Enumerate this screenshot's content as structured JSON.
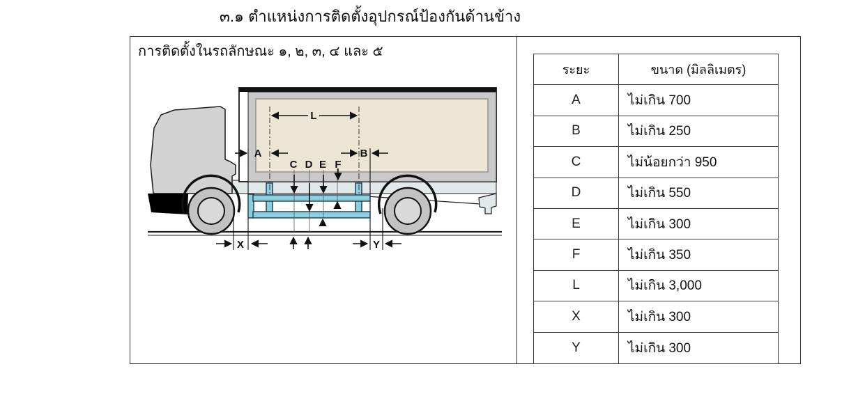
{
  "page": {
    "title": "๓.๑ ตำแหน่งการติดตั้งอุปกรณ์ป้องกันด้านข้าง"
  },
  "panel": {
    "caption": "การติดตั้งในรถลักษณะ ๑, ๒, ๓, ๔ และ ๕"
  },
  "diagram": {
    "labels": {
      "L": "L",
      "A": "A",
      "B": "B",
      "C": "C",
      "D": "D",
      "E": "E",
      "F": "F",
      "X": "X",
      "Y": "Y"
    },
    "colors": {
      "guard_rail_fill": "#8ccfe1",
      "guard_rail_stroke": "#223844",
      "cargo_body": "#c9c9c9",
      "cargo_panel": "#ece5d3",
      "cab": "#d3d3d3",
      "chassis": "#e3e8eb",
      "tire": "#c3c3c3",
      "hub": "#d9d9d9"
    }
  },
  "table": {
    "headers": [
      "ระยะ",
      "ขนาด (มิลลิเมตร)"
    ],
    "rows": [
      {
        "key": "A",
        "value": "ไม่เกิน 700"
      },
      {
        "key": "B",
        "value": "ไม่เกิน 250"
      },
      {
        "key": "C",
        "value": "ไม่น้อยกว่า 950"
      },
      {
        "key": "D",
        "value": "ไม่เกิน 550"
      },
      {
        "key": "E",
        "value": "ไม่เกิน 300"
      },
      {
        "key": "F",
        "value": "ไม่เกิน 350"
      },
      {
        "key": "L",
        "value": "ไม่เกิน 3,000"
      },
      {
        "key": "X",
        "value": "ไม่เกิน 300"
      },
      {
        "key": "Y",
        "value": "ไม่เกิน 300"
      }
    ]
  }
}
